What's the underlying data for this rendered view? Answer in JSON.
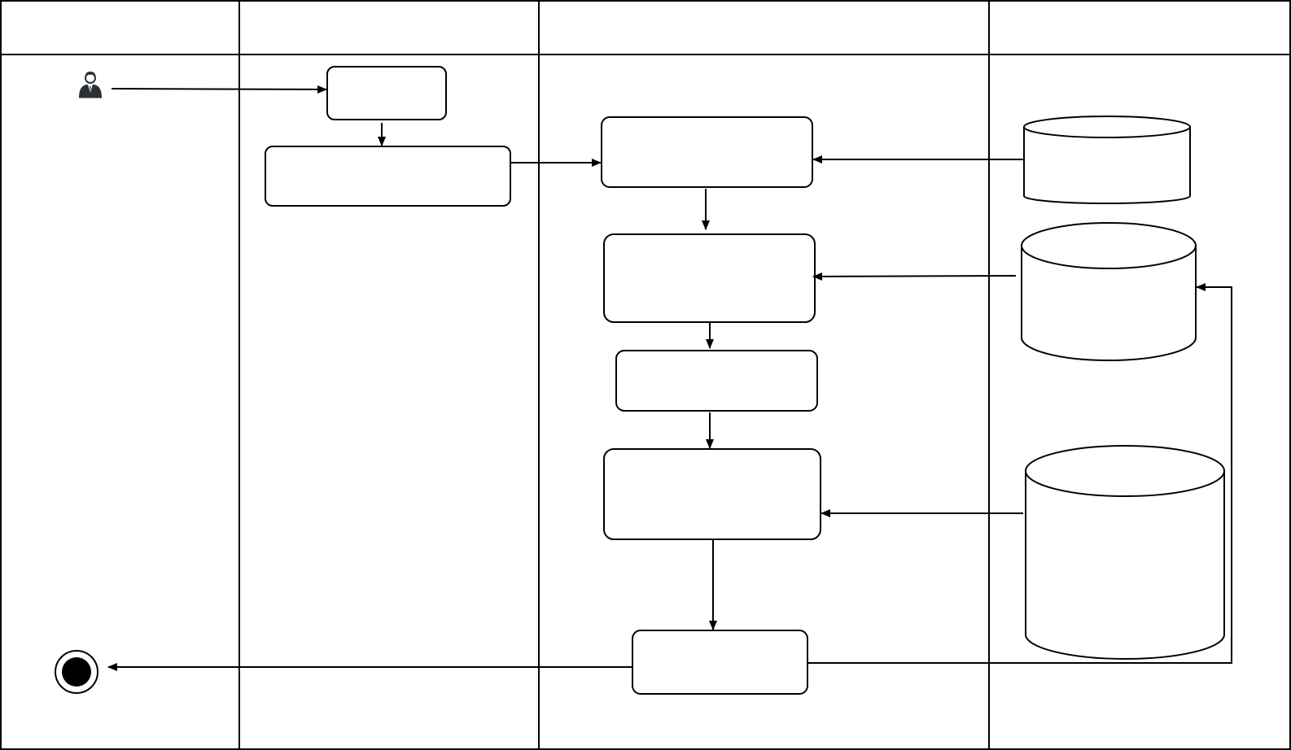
{
  "diagram": {
    "type": "swimlane-activity-diagram",
    "lanes": [
      {
        "id": "lane-1",
        "label": ""
      },
      {
        "id": "lane-2",
        "label": ""
      },
      {
        "id": "lane-3",
        "label": ""
      },
      {
        "id": "lane-4",
        "label": ""
      }
    ],
    "nodes": [
      {
        "id": "actor",
        "kind": "actor-icon",
        "label": ""
      },
      {
        "id": "a1",
        "kind": "activity",
        "label": ""
      },
      {
        "id": "a2",
        "kind": "activity",
        "label": ""
      },
      {
        "id": "a3",
        "kind": "activity",
        "label": ""
      },
      {
        "id": "a4",
        "kind": "activity",
        "label": ""
      },
      {
        "id": "a5",
        "kind": "activity",
        "label": ""
      },
      {
        "id": "a6",
        "kind": "activity",
        "label": ""
      },
      {
        "id": "a7",
        "kind": "activity",
        "label": ""
      },
      {
        "id": "db1",
        "kind": "datastore",
        "label": ""
      },
      {
        "id": "db2",
        "kind": "datastore",
        "label": ""
      },
      {
        "id": "db3",
        "kind": "datastore",
        "label": ""
      },
      {
        "id": "end",
        "kind": "final-node",
        "label": ""
      }
    ],
    "edges": [
      {
        "from": "actor",
        "to": "a1"
      },
      {
        "from": "a1",
        "to": "a2"
      },
      {
        "from": "a2",
        "to": "a3"
      },
      {
        "from": "db1",
        "to": "a3"
      },
      {
        "from": "a3",
        "to": "a4"
      },
      {
        "from": "db2",
        "to": "a4"
      },
      {
        "from": "a4",
        "to": "a5"
      },
      {
        "from": "a5",
        "to": "a6"
      },
      {
        "from": "db3",
        "to": "a6"
      },
      {
        "from": "a6",
        "to": "a7"
      },
      {
        "from": "a7",
        "to": "end"
      },
      {
        "from": "a7",
        "to": "db2"
      }
    ]
  },
  "colors": {
    "stroke": "#000000",
    "background": "#ffffff",
    "actor_dark": "#2b2f36",
    "actor_mid": "#5a6070"
  }
}
